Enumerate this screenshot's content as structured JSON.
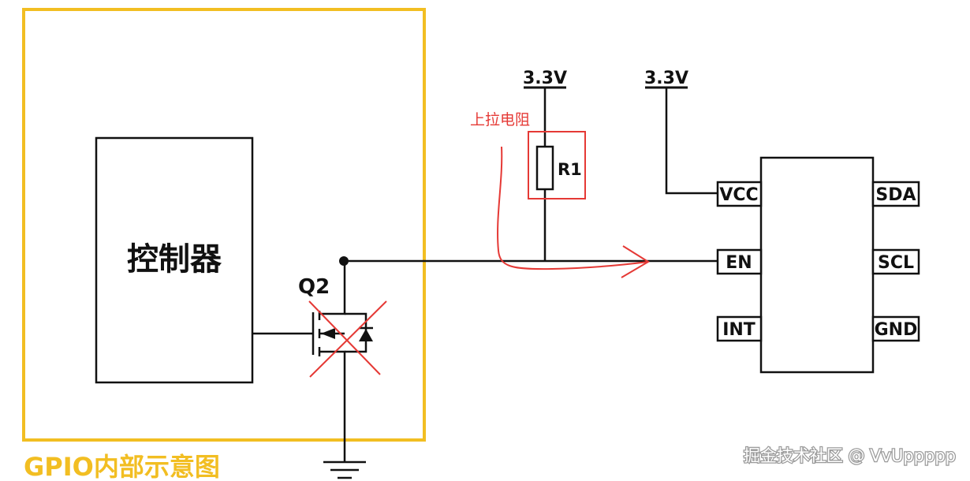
{
  "title": "GPIO内部示意图",
  "controller_label": "控制器",
  "transistor_label": "Q2",
  "resistor_label": "R1",
  "pullup_annotation": "上拉电阻",
  "supply_left": "3.3V",
  "supply_right": "3.3V",
  "chip_pins_left": [
    "VCC",
    "EN",
    "INT"
  ],
  "chip_pins_right": [
    "SDA",
    "SCL",
    "GND"
  ],
  "watermark": "掘金技术社区 @ VvUppppp",
  "colors": {
    "gpio_box": "#f2be22",
    "annotation": "#e53935",
    "wire": "#111111"
  }
}
